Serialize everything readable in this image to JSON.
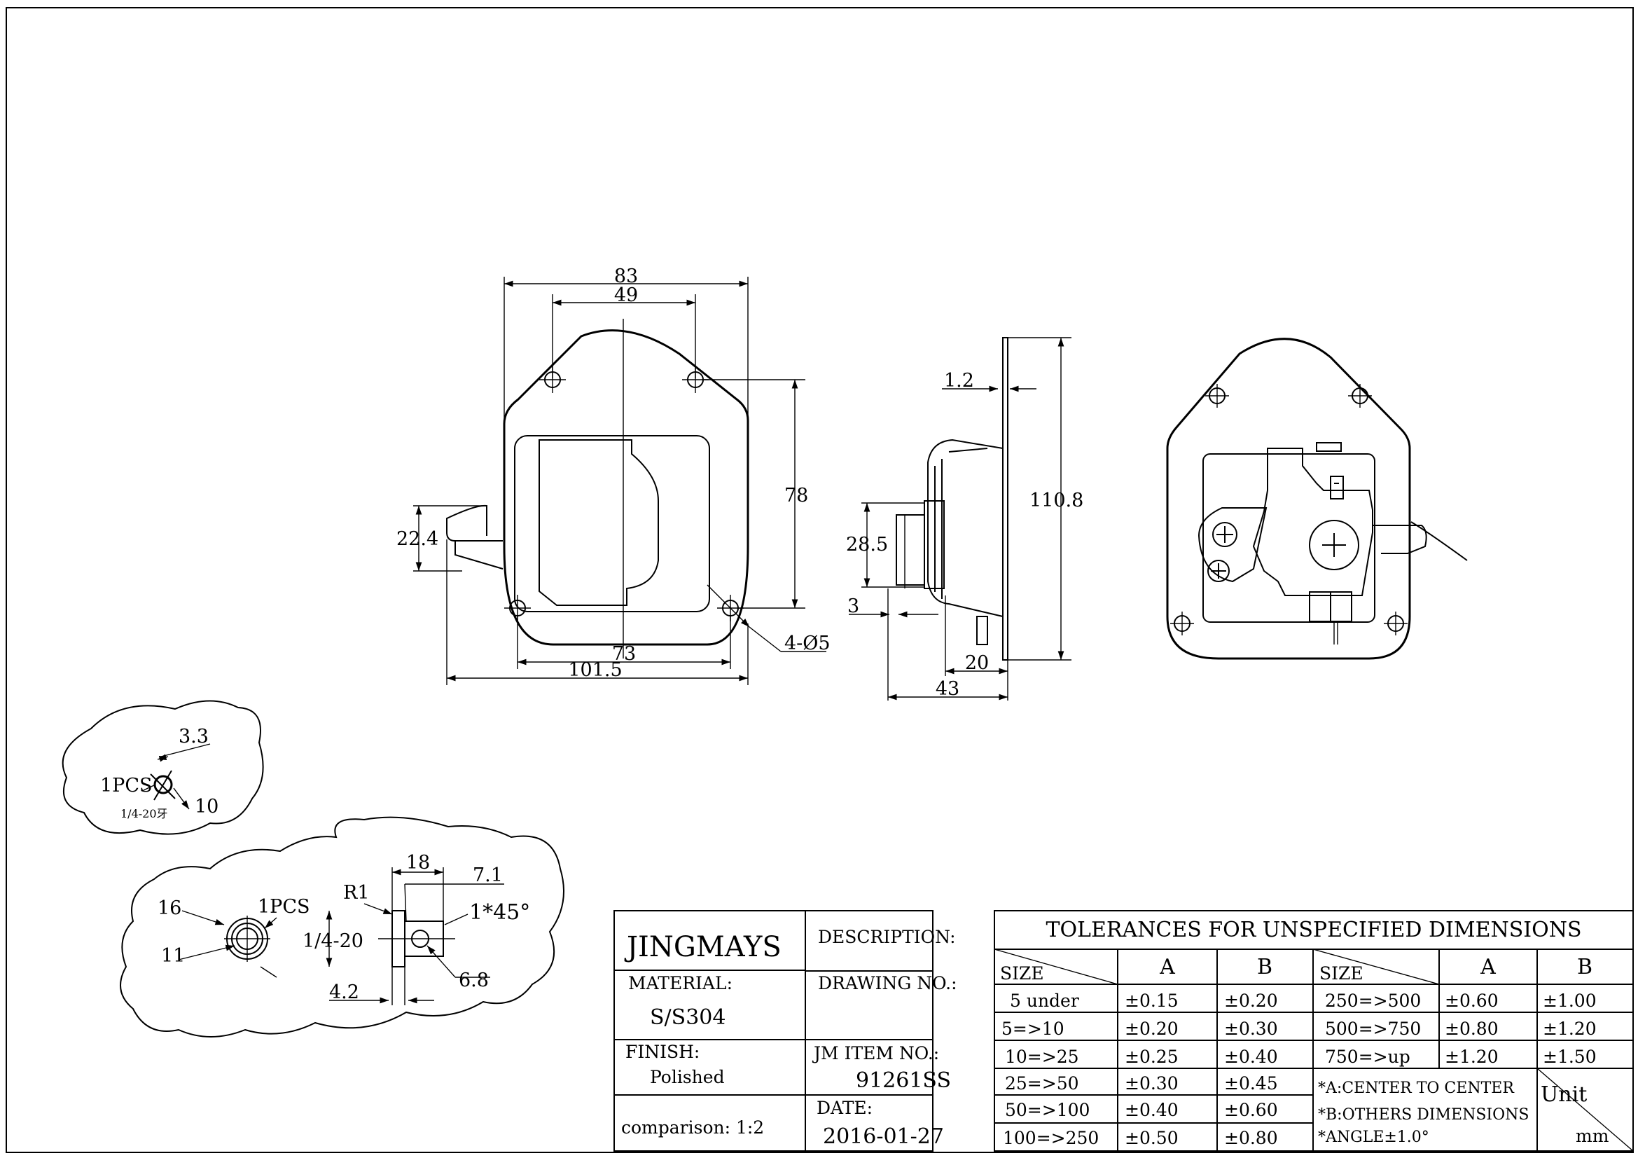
{
  "drawing": {
    "front_view": {
      "width_overall": "83",
      "hole_spacing_top": "49",
      "height_holes": "78",
      "latch_height": "22.4",
      "hole_spacing_bottom": "73",
      "width_with_latch": "101.5",
      "hole_callout": "4-Ø5"
    },
    "side_view": {
      "flange_thickness": "1.2",
      "overall_height": "110.8",
      "boss_height": "28.5",
      "offset": "3",
      "depth_body": "20",
      "depth_overall": "43"
    },
    "detail_nut": {
      "dim_width": "3.3",
      "qty": "1PCS",
      "thread": "1/4-20牙",
      "dim_size": "10"
    },
    "detail_bolt": {
      "dim_length": "18",
      "dim_head": "7.1",
      "radius": "R1",
      "chamfer": "1*45°",
      "thread": "1/4-20",
      "dim_hole": "6.8",
      "dim_step": "4.2",
      "dim_outer": "16",
      "dim_inner": "11",
      "qty": "1PCS"
    }
  },
  "title_block": {
    "company": "JINGMAYS",
    "description_label": "DESCRIPTION:",
    "material_label": "MATERIAL:",
    "material_value": "S/S304",
    "drawing_no_label": "DRAWING NO.:",
    "finish_label": "FINISH:",
    "finish_value": "Polished",
    "item_no_label": "JM ITEM NO.:",
    "item_no_value": "91261SS",
    "date_label": "DATE:",
    "date_value": "2016-01-27",
    "comparison": "comparison: 1:2"
  },
  "tolerances": {
    "title": "TOLERANCES FOR UNSPECIFIED DIMENSIONS",
    "col_size": "SIZE",
    "col_a": "A",
    "col_b": "B",
    "left_rows": [
      {
        "size": "5 under",
        "a": "±0.15",
        "b": "±0.20"
      },
      {
        "size": "5=>10",
        "a": "±0.20",
        "b": "±0.30"
      },
      {
        "size": "10=>25",
        "a": "±0.25",
        "b": "±0.40"
      },
      {
        "size": "25=>50",
        "a": "±0.30",
        "b": "±0.45"
      },
      {
        "size": "50=>100",
        "a": "±0.40",
        "b": "±0.60"
      },
      {
        "size": "100=>250",
        "a": "±0.50",
        "b": "±0.80"
      }
    ],
    "right_rows": [
      {
        "size": "250=>500",
        "a": "±0.60",
        "b": "±1.00"
      },
      {
        "size": "500=>750",
        "a": "±0.80",
        "b": "±1.20"
      },
      {
        "size": "750=>up",
        "a": "±1.20",
        "b": "±1.50"
      }
    ],
    "notes": [
      "*A:CENTER TO CENTER",
      "*B:OTHERS DIMENSIONS",
      "*ANGLE±1.0°"
    ],
    "unit_label": "Unit",
    "unit_value": "mm"
  }
}
